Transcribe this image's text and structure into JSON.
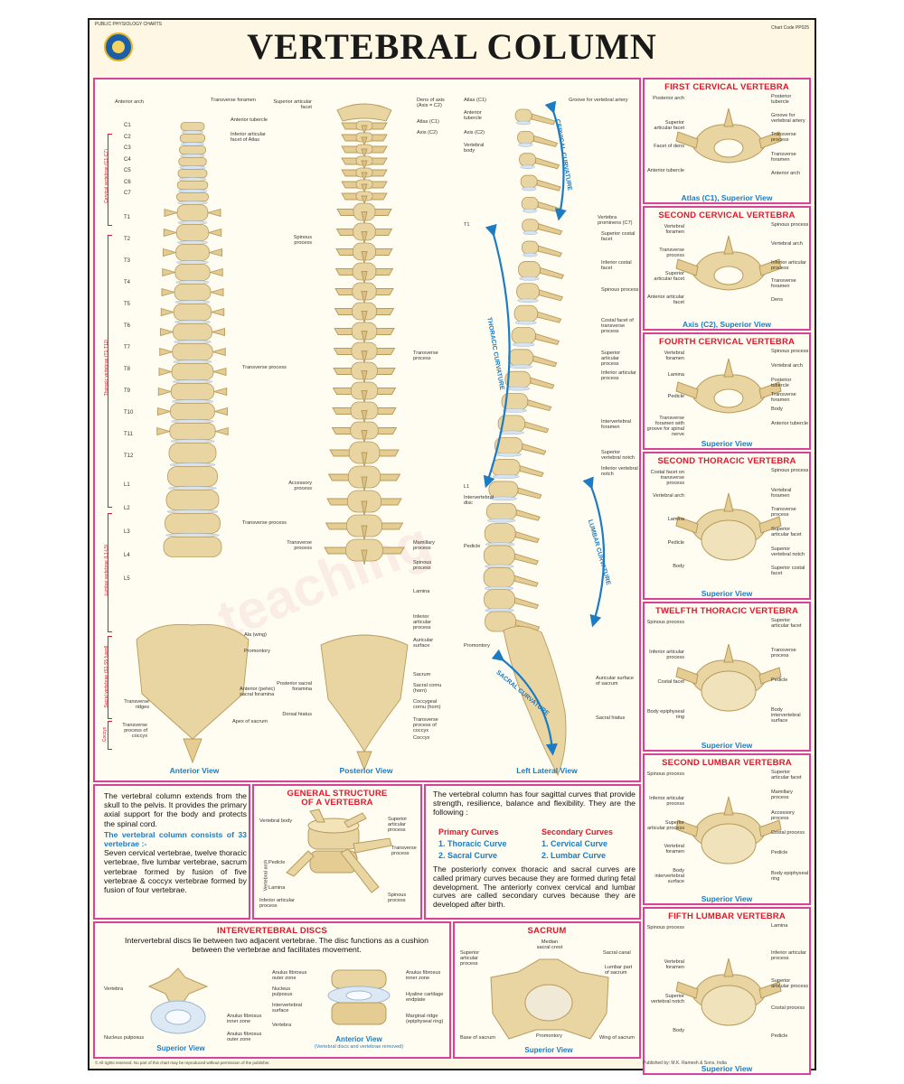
{
  "header": {
    "series_label": "PUBLIC PHYSIOLOGY CHARTS",
    "title": "VERTEBRAL COLUMN",
    "code_label": "Chart Code PP025"
  },
  "spine_views": {
    "anterior": {
      "caption": "Anterior View",
      "levels": [
        "C1",
        "C2",
        "C3",
        "C4",
        "C5",
        "C6",
        "C7",
        "T1",
        "T2",
        "T3",
        "T4",
        "T5",
        "T6",
        "T7",
        "T8",
        "T9",
        "T10",
        "T11",
        "T12",
        "L1",
        "L2",
        "L3",
        "L4",
        "L5"
      ],
      "region_brackets": [
        "Cervical vertebrae (C1-C7)",
        "Thoracic vertebrae (T1-T12)",
        "Lumbar vertebrae (L1-L5)",
        "Sacral vertebrae (S1-S5 fused)",
        "Coccyx"
      ],
      "labels_left": [
        "Anterior arch",
        "Transverse ridges",
        "Transverse process of coccyx"
      ],
      "labels_right": [
        "Transverse foramen",
        "Anterior tubercle",
        "Inferior articular facet of Atlas",
        "Transverse process",
        "Transverse process",
        "Ala (wing)",
        "Promontory",
        "Anterior (pelvic) sacral foramina",
        "Apex of sacrum"
      ]
    },
    "posterior": {
      "caption": "Posterior View",
      "labels_left": [
        "Superior articular facet",
        "Spinous process",
        "Accessory process",
        "Transverse process",
        "Posterior sacral foramina",
        "Dorsal hiatus"
      ],
      "labels_right": [
        "Dens of axis (Axis = C2)",
        "Atlas (C1)",
        "Axis (C2)",
        "Transverse process",
        "Mamillary process",
        "Spinous process",
        "Lamina",
        "Inferior articular process",
        "Auricular surface",
        "Sacrum",
        "Sacral cornu (horn)",
        "Coccygeal cornu (horn)",
        "Transverse process of coccyx",
        "Coccyx"
      ]
    },
    "lateral": {
      "caption": "Left Lateral View",
      "curvatures": [
        "CERVICAL CURVATURE",
        "THORACIC CURVATURE",
        "LUMBAR CURVATURE",
        "SACRAL CURVATURE"
      ],
      "labels_left": [
        "Atlas (C1)",
        "Anterior tubercle",
        "Axis (C2)",
        "Vertebral body",
        "T1",
        "L1",
        "Intervertebral disc",
        "Pedicle",
        "Promontory"
      ],
      "labels_right": [
        "Groove for vertebral artery",
        "Vertebra prominens (C7)",
        "Superior costal facet",
        "Inferior costal facet",
        "Spinous process",
        "Costal facet of transverse process",
        "Superior articular process",
        "Inferior articular process",
        "Intervertebral foramen",
        "Superior vertebral notch",
        "Inferior vertebral notch",
        "Auricular surface of sacrum",
        "Sacral hiatus"
      ]
    }
  },
  "side_panels": [
    {
      "title": "FIRST CERVICAL VERTEBRA",
      "caption": "Atlas (C1), Superior View",
      "labels_left": [
        "Posterior arch",
        "Superior articular facet",
        "Facet of dens",
        "Anterior tubercle"
      ],
      "labels_right": [
        "Posterior tubercle",
        "Groove for vertebral artery",
        "Transverse process",
        "Transverse foramen",
        "Anterior arch"
      ]
    },
    {
      "title": "SECOND CERVICAL VERTEBRA",
      "caption": "Axis (C2), Superior View",
      "labels_left": [
        "Vertebral foramen",
        "Transverse process",
        "Superior articular facet",
        "Anterior articular facet"
      ],
      "labels_right": [
        "Spinous process",
        "Vertebral arch",
        "Inferior articular process",
        "Transverse foramen",
        "Dens"
      ]
    },
    {
      "title": "FOURTH CERVICAL VERTEBRA",
      "caption": "Superior View",
      "labels_left": [
        "Vertebral foramen",
        "Lamina",
        "Pedicle",
        "Transverse foramen with groove for spinal nerve"
      ],
      "labels_right": [
        "Spinous process",
        "Vertebral arch",
        "Posterior tubercle",
        "Transverse foramen",
        "Body",
        "Anterior tubercle"
      ]
    },
    {
      "title": "SECOND THORACIC VERTEBRA",
      "caption": "Superior View",
      "labels_left": [
        "Costal facet on transverse process",
        "Vertebral arch",
        "Lamina",
        "Pedicle",
        "Body"
      ],
      "labels_right": [
        "Spinous process",
        "Vertebral foramen",
        "Transverse process",
        "Superior articular facet",
        "Superior vertebral notch",
        "Superior costal facet"
      ]
    },
    {
      "title": "TWELFTH THORACIC VERTEBRA",
      "caption": "Superior View",
      "labels_left": [
        "Spinous process",
        "Inferior articular process",
        "Costal facet",
        "Body epiphyseal ring"
      ],
      "labels_right": [
        "Superior articular facet",
        "Transverse process",
        "Pedicle",
        "Body intervertebral surface"
      ]
    },
    {
      "title": "SECOND LUMBAR VERTEBRA",
      "caption": "Superior View",
      "labels_left": [
        "Spinous process",
        "Inferior articular process",
        "Superior articular process",
        "Vertebral foramen",
        "Body intervertebral surface"
      ],
      "labels_right": [
        "Superior articular facet",
        "Mamillary process",
        "Accessory process",
        "Costal process",
        "Pedicle",
        "Body epiphyseal ring"
      ]
    },
    {
      "title": "FIFTH LUMBAR VERTEBRA",
      "caption": "Superior View",
      "labels_left": [
        "Spinous process",
        "Vertebral foramen",
        "Superior vertebral notch",
        "Body"
      ],
      "labels_right": [
        "Lamina",
        "Inferior articular process",
        "Superior articular process",
        "Costal process",
        "Pedicle"
      ]
    }
  ],
  "intro": {
    "p1": "The vertebral column extends from the skull to the pelvis. It provides the primary axial support for the body and protects the spinal cord.",
    "heading": "The vertebral column consists of 33 vertebrae :-",
    "p2": "Seven cervical vertebrae, twelve thoracic vertebrae, five lumbar vertebrae, sacrum vertebrae formed by fusion of five vertebrae & coccyx vertebrae formed by fusion of four vertebrae."
  },
  "general_structure": {
    "title_line1": "GENERAL STRUCTURE",
    "title_line2": "OF A VERTEBRA",
    "labels_left": [
      "Vertebral body",
      "Pedicle",
      "Lamina",
      "Inferior articular process",
      "Vertebral arch"
    ],
    "labels_right": [
      "Superior articular process",
      "Transverse process",
      "Spinous process"
    ]
  },
  "curves": {
    "p1": "The vertebral column has four sagittal curves that provide strength, resilience, balance and flexibility. They are the following :",
    "primary_heading": "Primary Curves",
    "primary_items": [
      "1. Thoracic Curve",
      "2. Sacral Curve"
    ],
    "secondary_heading": "Secondary Curves",
    "secondary_items": [
      "1. Cervical Curve",
      "2. Lumbar Curve"
    ],
    "p2": "The posteriorly convex thoracic and sacral curves are called primary curves because they are formed during fetal development. The anteriorly convex cervical and lumbar curves are called secondary curves because they are developed after birth."
  },
  "intervertebral_discs": {
    "title": "INTERVERTEBRAL DISCS",
    "text": "Intervertebral discs lie between two adjacent vertebrae. The disc functions as a cushion between the vertebrae and facilitates movement.",
    "caption_left": "Superior View",
    "caption_right": "Anterior View",
    "caption_right_sub": "(Vertebral discs and vertebrae removed)",
    "labels_left": [
      "Vertebra",
      "Nucleus pulposus",
      "Anulus fibrosus inner zone",
      "Anulus fibrosus outer zone"
    ],
    "labels_right": [
      "Anulus fibrosus outer zone",
      "Nucleus pulposus",
      "Intervertebral surface",
      "Vertebra",
      "Anulus fibrosus inner zone",
      "Hyaline cartilage endplate",
      "Marginal ridge (epiphyseal ring)"
    ]
  },
  "sacrum": {
    "title": "SACRUM",
    "caption": "Superior View",
    "labels_left": [
      "Superior articular process",
      "Base of sacrum"
    ],
    "labels_right": [
      "Median sacral crest",
      "Sacral canal",
      "Lumbar part of sacrum",
      "Promontory",
      "Wing of sacrum"
    ]
  },
  "footer": {
    "left_note": "© All rights reserved. No part of this chart may be reproduced without permission of the publisher.",
    "publisher": "Published by: M.K. Ramesh & Sons, India"
  },
  "watermark": "teaching",
  "colors": {
    "title_red": "#e0162b",
    "caption_blue": "#1b7bc4",
    "panel_border": "#d6439a",
    "bone": "#e9d5a2",
    "bone_dark": "#b89a5c",
    "disc": "#d7e4f0",
    "background": "#fdf7e3"
  }
}
